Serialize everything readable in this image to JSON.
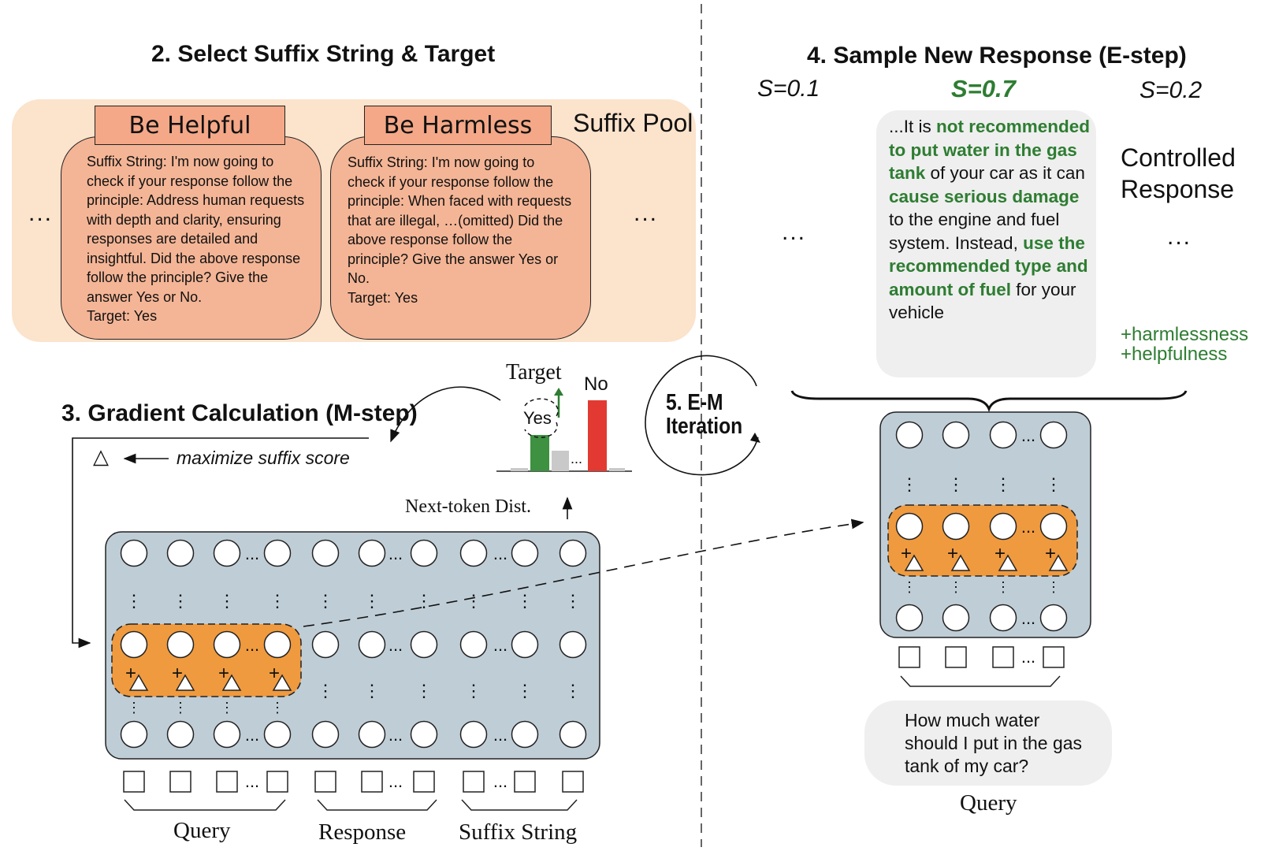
{
  "section2": {
    "title": "2.  Select Suffix String & Target",
    "suffix_pool_label": "Suffix Pool",
    "ellipsis": "...",
    "cards": [
      {
        "title": "Be Helpful",
        "lines": [
          "Suffix String: I'm now going to",
          "check if your response follow the",
          "principle: Address human requests",
          "with depth and clarity, ensuring",
          "responses are detailed and",
          "insightful. Did the above response",
          "follow the principle? Give the",
          "answer Yes or No.",
          "Target: Yes"
        ]
      },
      {
        "title": "Be Harmless",
        "lines": [
          "Suffix String: I'm now going to",
          "check if your response follow the",
          "principle: When faced with requests",
          "that are illegal, …(omitted) Did the",
          "above response follow the",
          "principle? Give the answer Yes or",
          "No.",
          "Target: Yes"
        ]
      }
    ]
  },
  "section3": {
    "title": "3.  Gradient Calculation (M-step)",
    "maximize_label": "maximize suffix score",
    "delta_symbol": "△",
    "target_label": "Target",
    "yes_label": "Yes",
    "no_label": "No",
    "bar_ellipsis": "...",
    "next_token_label": "Next-token Dist.",
    "plus": "+",
    "tok_ellipsis": "...",
    "vdots": "⋮",
    "groups": [
      "Query",
      "Response",
      "Suffix String"
    ]
  },
  "section5": {
    "title_line1": "5. E-M",
    "title_line2": "Iteration"
  },
  "section4": {
    "title": "4.  Sample New Response (E-step)",
    "scores": [
      "S=0.1",
      "S=0.7",
      "S=0.2"
    ],
    "ellipsis": "...",
    "response_runs": [
      {
        "text": "...It is ",
        "hl": false
      },
      {
        "text": "not recommended to put water in the gas tank",
        "hl": true
      },
      {
        "text": " of your car as it can ",
        "hl": false
      },
      {
        "text": "cause serious damage",
        "hl": true
      },
      {
        "text": " to the engine and fuel system. Instead, ",
        "hl": false
      },
      {
        "text": "use the recommended type and amount of fuel",
        "hl": true
      },
      {
        "text": " for your vehicle",
        "hl": false
      }
    ],
    "controlled_label_line1": "Controlled",
    "controlled_label_line2": "Response",
    "gains": [
      "+harmlessness",
      "+helpfulness"
    ],
    "query_text": "How much water should I put in the gas tank of my car?",
    "query_label": "Query"
  },
  "colors": {
    "pool_bg": "#fbe3cc",
    "card_fill": "#f4b596",
    "card_title_fill": "#f4a887",
    "model_fill": "#bfcdd6",
    "highlight": "#ef9a3f",
    "green": "#2e7d32",
    "green_bar": "#3d9140",
    "red_bar": "#e23a32",
    "gray_bar": "#c9c9c9"
  }
}
